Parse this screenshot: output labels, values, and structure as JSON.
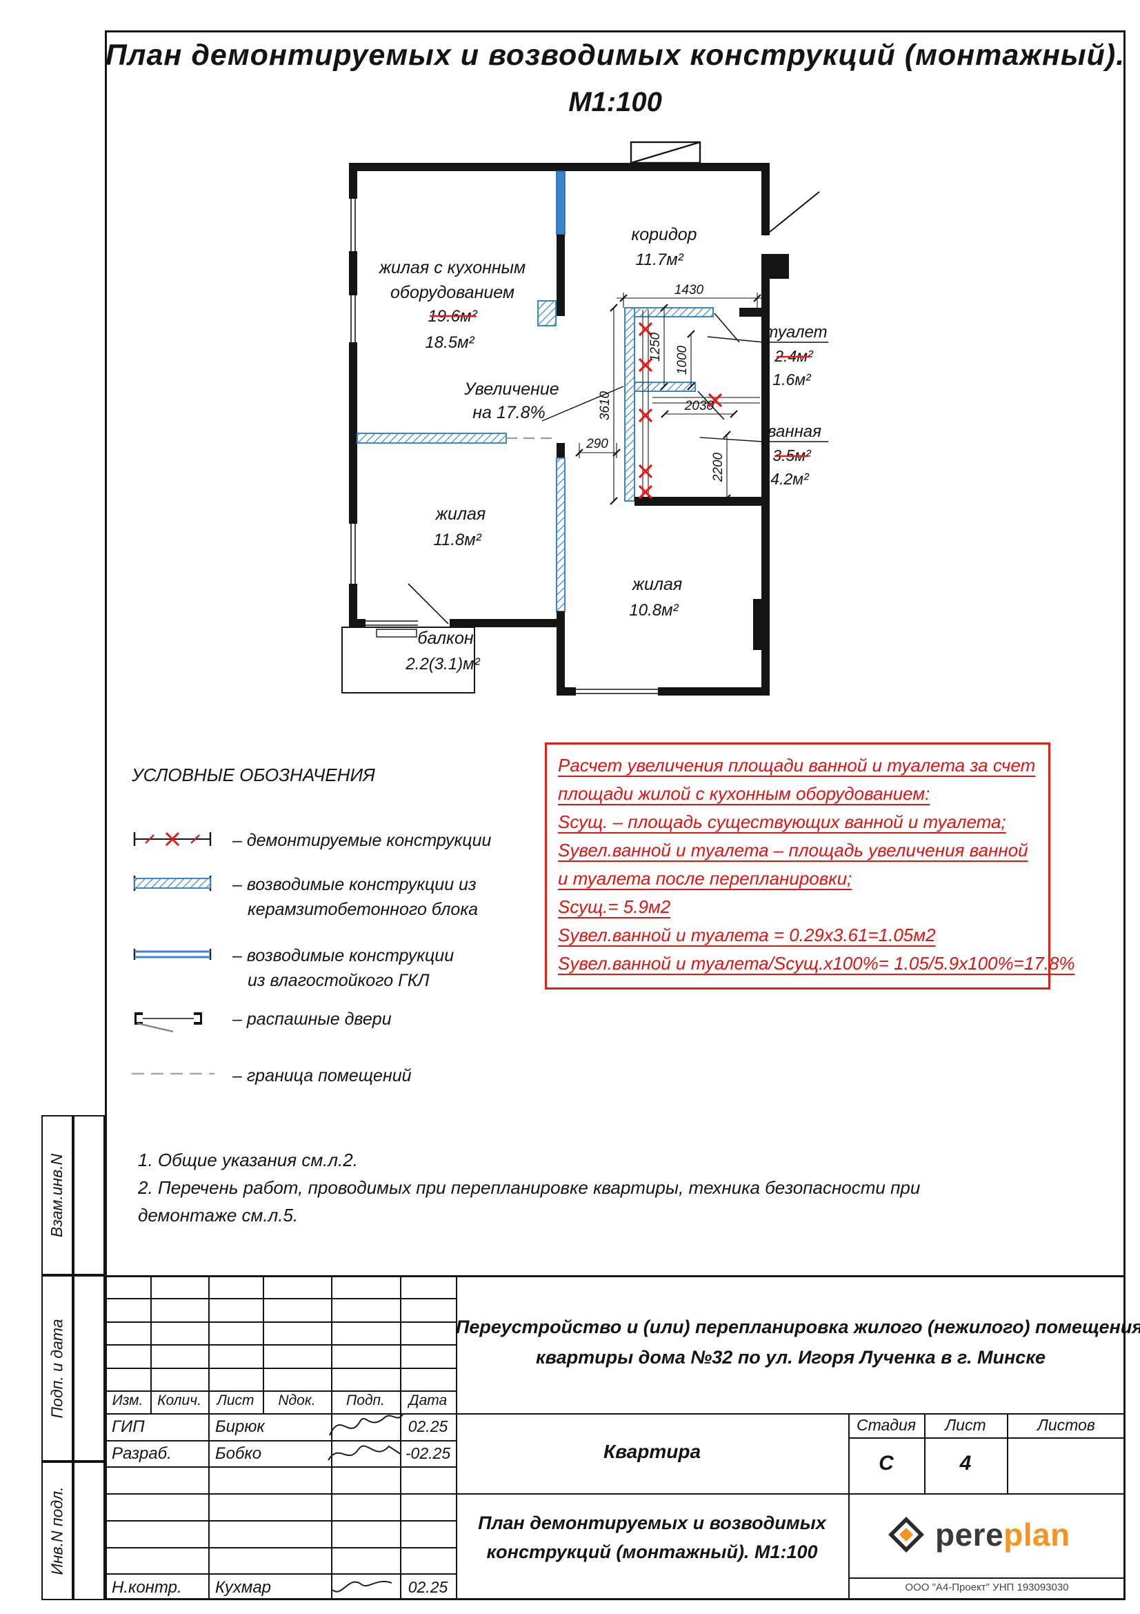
{
  "page": {
    "title_line1": "План демонтируемых и возводимых конструкций (монтажный).",
    "title_line2": "М1:100"
  },
  "colors": {
    "demolish_red": "#e81816",
    "new_construction_blue": "#3a85d0",
    "brand_orange": "#f7941d"
  },
  "plan": {
    "corridor_name": "коридор",
    "corridor_area": "11.7м²",
    "livkitchen_name1": "жилая с кухонным",
    "livkitchen_name2": "оборудованием",
    "livkitchen_area_old": "19.6м²",
    "livkitchen_area_new": "18.5м²",
    "increase1": "Увеличение",
    "increase2": "на 17.8%",
    "toilet_name": "туалет",
    "toilet_area_old": "2.4м²",
    "toilet_area_new": "1.6м²",
    "bath_name": "ванная",
    "bath_area_old": "3.5м²",
    "bath_area_new": "4.2м²",
    "living1_name": "жилая",
    "living1_area": "11.8м²",
    "living2_name": "жилая",
    "living2_area": "10.8м²",
    "balcony_name": "балкон",
    "balcony_area": "2.2(3.1)м²",
    "dim_1430": "1430",
    "dim_1250": "1250",
    "dim_1000": "1000",
    "dim_3610": "3610",
    "dim_2030": "2030",
    "dim_290": "290",
    "dim_2200": "2200"
  },
  "legend": {
    "title": "УСЛОВНЫЕ ОБОЗНАЧЕНИЯ",
    "item1": "– демонтируемые конструкции",
    "item2a": "– возводимые конструкции из",
    "item2b": "керамзитобетонного блока",
    "item3a": "– возводимые конструкции",
    "item3b": "из влагостойкого ГКЛ",
    "item4": "– распашные двери",
    "item5": "– граница помещений"
  },
  "calc": {
    "l1": "Расчет увеличения площади ванной и туалета за счет",
    "l2": "площади жилой с кухонным оборудованием:",
    "l3": "Sсущ. – площадь существующих ванной и туалета;",
    "l4": "Sувел.ванной и туалета – площадь увеличения ванной",
    "l5": "и туалета после перепланировки;",
    "l6": "Sсущ.= 5.9м2",
    "l7": "Sувел.ванной и туалета = 0.29х3.61=1.05м2",
    "l8": "Sувел.ванной и туалета/Sсущ.х100%= 1.05/5.9х100%=17.8%"
  },
  "notes": {
    "n1": "1. Общие указания см.л.2.",
    "n2": "2. Перечень работ, проводимых при перепланировке квартиры, техника безопасности при",
    "n3": "демонтаже см.л.5."
  },
  "side": {
    "s1": "Взам.инв.N",
    "s2": "Подп. и дата",
    "s3": "Инв.N подл."
  },
  "tb": {
    "h_izm": "Изм.",
    "h_kol": "Колич.",
    "h_list": "Лист",
    "h_ndok": "Nдок.",
    "h_podp": "Подп.",
    "h_data": "Дата",
    "r1_role": "ГИП",
    "r1_name": "Бирюк",
    "r1_date": "02.25",
    "r2_role": "Разраб.",
    "r2_name": "Бобко",
    "r2_date": "-02.25",
    "r3_role": "Н.контр.",
    "r3_name": "Кухмар",
    "r3_date": "02.25",
    "project1": "Переустройство и (или) перепланировка жилого (нежилого) помещения",
    "project2": "квартиры дома №32 по ул. Игоря Лученка в г. Минске",
    "object": "Квартира",
    "stage_h": "Стадия",
    "sheet_h": "Лист",
    "sheets_h": "Листов",
    "stage_v": "С",
    "sheet_v": "4",
    "doc1": "План демонтируемых и возводимых",
    "doc2": "конструкций (монтажный). М1:100",
    "brand_pere": "pere",
    "brand_plan": "plan",
    "brand_sub": "ООО \"А4-Проект\" УНП 193093030"
  }
}
